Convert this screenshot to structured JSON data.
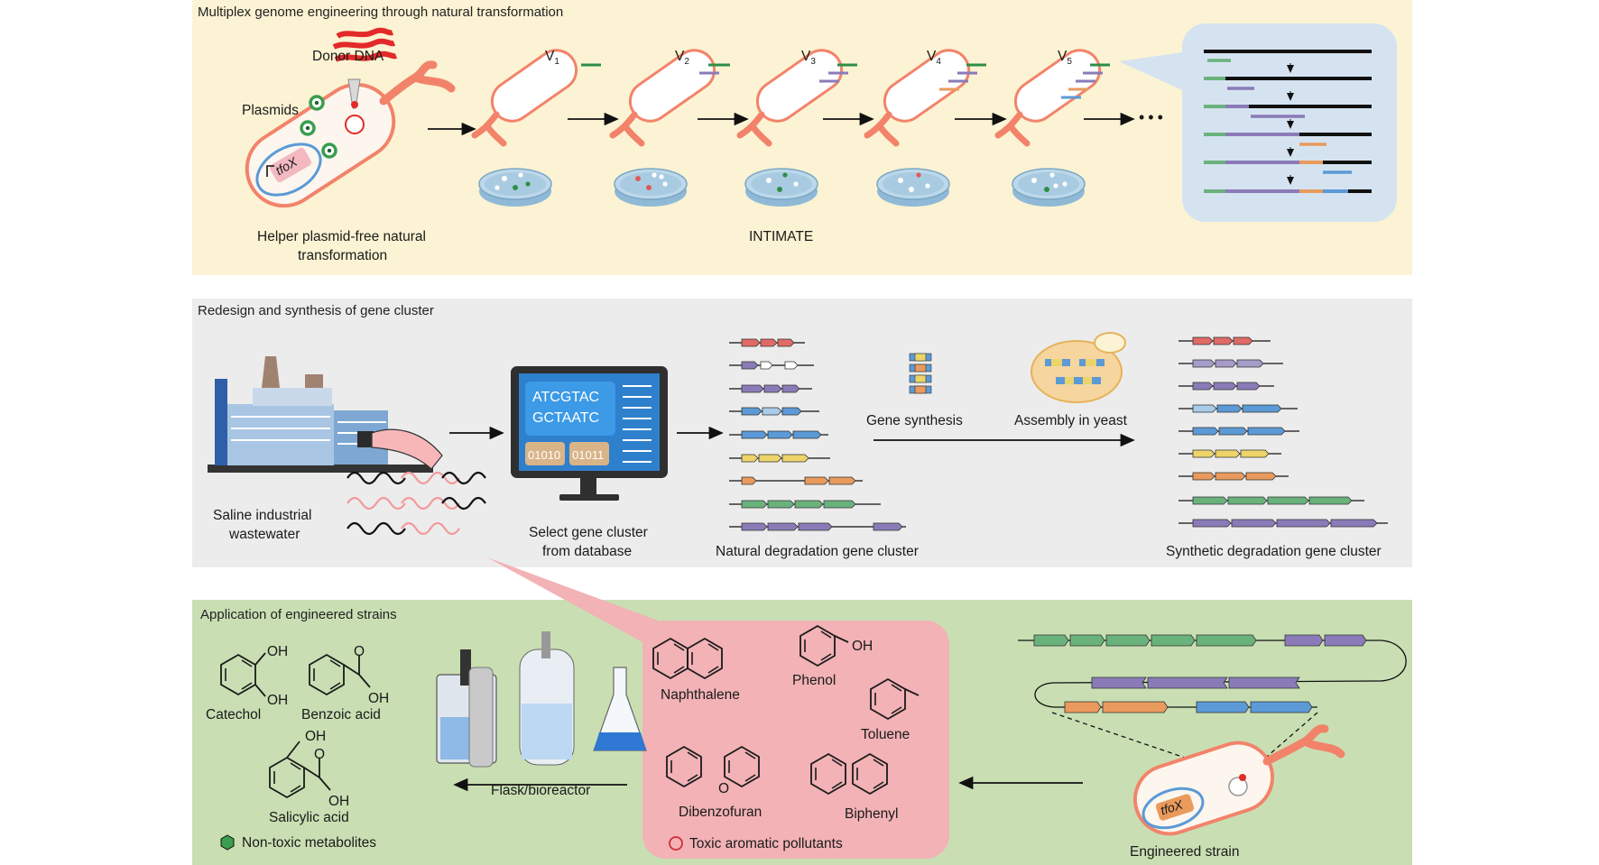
{
  "panel1": {
    "title": "Multiplex genome engineering through natural transformation",
    "donor_dna": "Donor DNA",
    "plasmids": "Plasmids",
    "gene_label": "tfoX",
    "helper_caption_1": "Helper plasmid-free natural",
    "helper_caption_2": "transformation",
    "intimate": "INTIMATE",
    "version_prefix": "V",
    "versions": [
      "1",
      "2",
      "3",
      "4",
      "5"
    ],
    "ellipsis": "•••"
  },
  "panel2": {
    "title": "Redesign and synthesis of gene cluster",
    "wastewater_1": "Saline industrial",
    "wastewater_2": "wastewater",
    "screen_line_1": "ATCGTAC",
    "screen_line_2": "GCTAATC",
    "binary_1": "01010",
    "binary_2": "01011",
    "select_1": "Select gene cluster",
    "select_2": "from database",
    "natural_cluster": "Natural degradation gene cluster",
    "gene_synthesis": "Gene synthesis",
    "assembly": "Assembly in yeast",
    "synthetic_cluster": "Synthetic degradation gene cluster"
  },
  "panel3": {
    "title": "Application of engineered strains",
    "metabolites": {
      "catechol": "Catechol",
      "benzoic_acid": "Benzoic acid",
      "salicylic_acid": "Salicylic acid",
      "oh": "OH",
      "o": "O",
      "legend": "Non-toxic metabolites"
    },
    "flask_bioreactor": "Flask/bioreactor",
    "pollutants": {
      "naphthalene": "Naphthalene",
      "phenol": "Phenol",
      "toluene": "Toluene",
      "dibenzofuran": "Dibenzofuran",
      "biphenyl": "Biphenyl",
      "o_atom": "O",
      "legend": "Toxic aromatic pollutants"
    },
    "engineered_strain": "Engineered strain",
    "gene_label": "tfoX"
  },
  "colors": {
    "panel1_bg": "#fbf3d3",
    "panel2_bg": "#ededed",
    "panel3_bg": "#c9dfb3",
    "pollutant_box": "#f2b2b6",
    "bacterium": "#f2836a",
    "green_gene": "#6ab27c",
    "purple_gene": "#8a7bb8",
    "orange_gene": "#e99a5c",
    "blue_gene": "#5b9ad6",
    "red_gene": "#e06a66",
    "yellow_gene": "#ecd46a"
  }
}
